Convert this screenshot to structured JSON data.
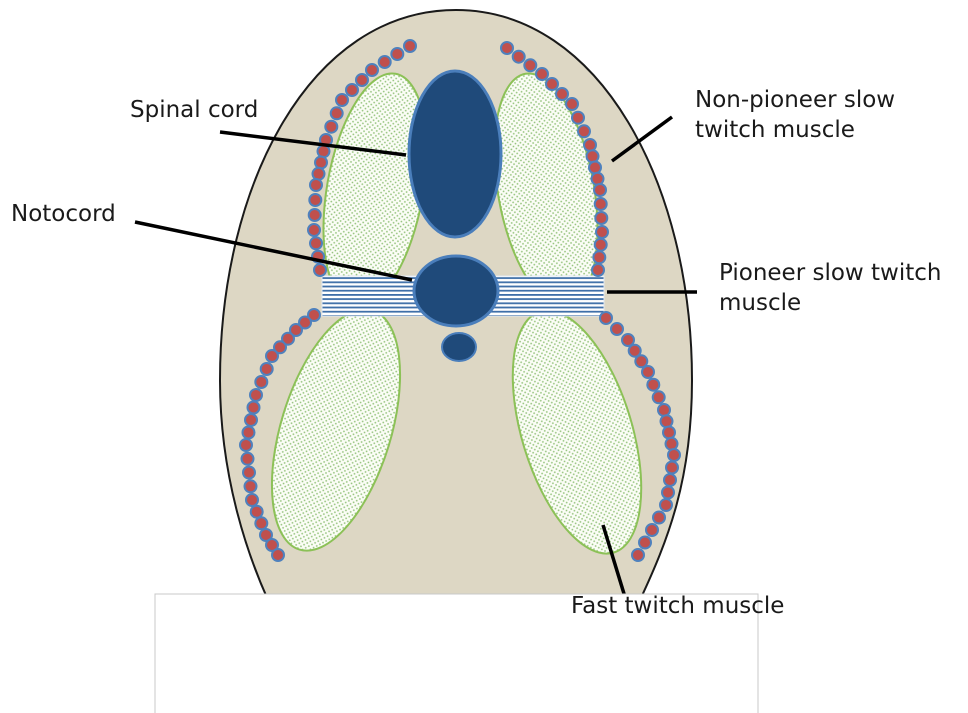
{
  "labels": {
    "spinal_cord": "Spinal cord",
    "notocord": "Notocord",
    "non_pioneer_line1": "Non-pioneer slow",
    "non_pioneer_line2": "twitch muscle",
    "pioneer_line1": "Pioneer slow twitch",
    "pioneer_line2": "muscle",
    "fast_twitch": "Fast twitch muscle"
  },
  "colors": {
    "embryo_fill": "#ddd7c4",
    "outline": "#1a1a1a",
    "muscle_fill": "#fbfdf6",
    "muscle_dots": "#93c27b",
    "muscle_edge": "#8cc157",
    "structure_fill": "#1f4a7a",
    "structure_edge": "#4a7ebb",
    "pioneer_stripe": "#3f6fa8",
    "slow_muscle_dot": "#c0504d",
    "slow_muscle_dot_edge": "#4f81bd",
    "leader": "#000000"
  }
}
